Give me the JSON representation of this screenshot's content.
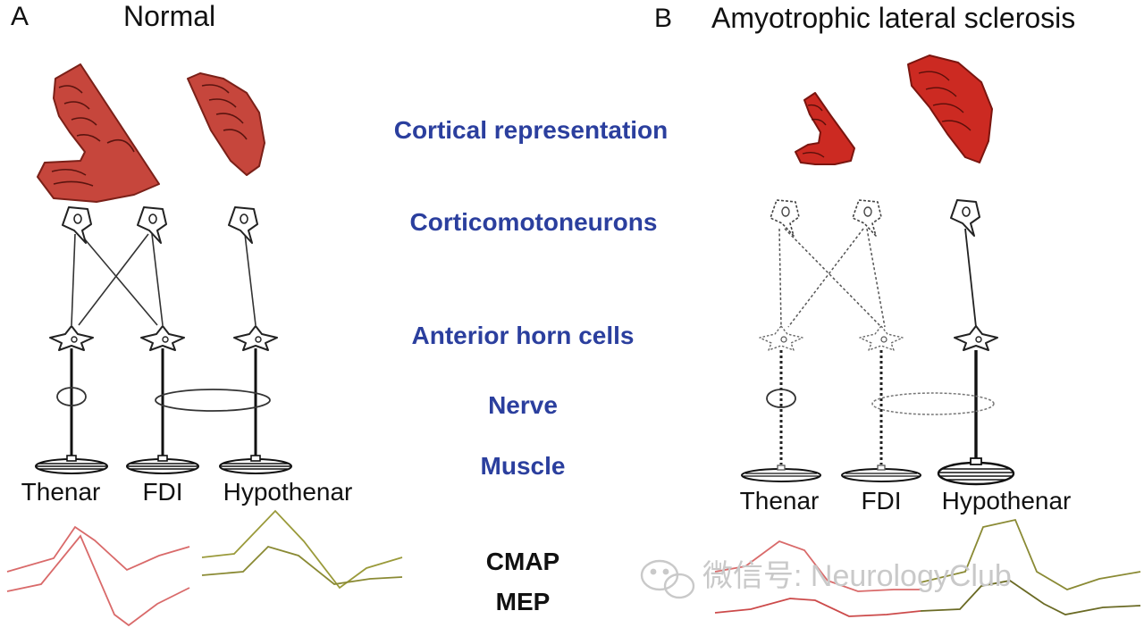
{
  "panel_a": {
    "letter": "A",
    "title": "Normal",
    "muscles": [
      "Thenar",
      "FDI",
      "Hypothenar"
    ]
  },
  "panel_b": {
    "letter": "B",
    "title": "Amyotrophic lateral sclerosis",
    "muscles": [
      "Thenar",
      "FDI",
      "Hypothenar"
    ]
  },
  "levels": {
    "cortical": "Cortical representation",
    "cortico": "Corticomotoneurons",
    "ahc": "Anterior horn cells",
    "nerve": "Nerve",
    "muscle": "Muscle",
    "cmap": "CMAP",
    "mep": "MEP"
  },
  "watermark": "微信号: NeurologyClub",
  "colors": {
    "label_blue": "#2b3f9e",
    "hand_red": "#c6463c",
    "hand_red_als": "#cc2a22",
    "trace_red": "#d96a6a",
    "trace_olive": "#9a9a3a"
  }
}
